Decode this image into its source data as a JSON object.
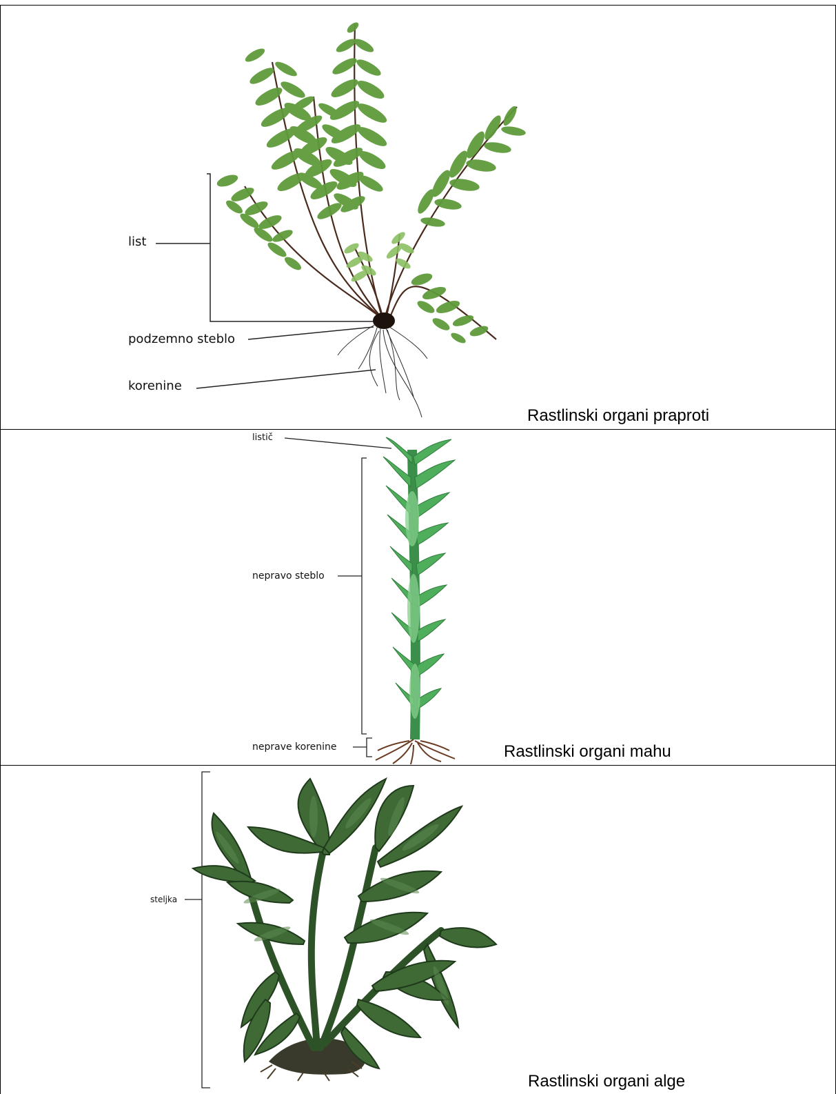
{
  "panels": [
    {
      "caption": "Rastlinski organi praproti",
      "labels": {
        "leaf": "list",
        "rhizome": "podzemno steblo",
        "roots": "korenine"
      }
    },
    {
      "caption": "Rastlinski organi mahu",
      "labels": {
        "leaflet": "listič",
        "false_stem": "nepravo steblo",
        "false_roots": "neprave korenine"
      }
    },
    {
      "caption": "Rastlinski organi alge",
      "labels": {
        "thallus": "steljka"
      }
    }
  ],
  "colors": {
    "fern_leaf": "#5f9a3b",
    "fern_leaf_light": "#8cc063",
    "fern_stalk": "#4a2a1c",
    "moss": "#4fae5c",
    "moss_light": "#86d08d",
    "alga": "#3f6a36",
    "alga_dark": "#1f3a1b",
    "root": "#6b3a22"
  }
}
